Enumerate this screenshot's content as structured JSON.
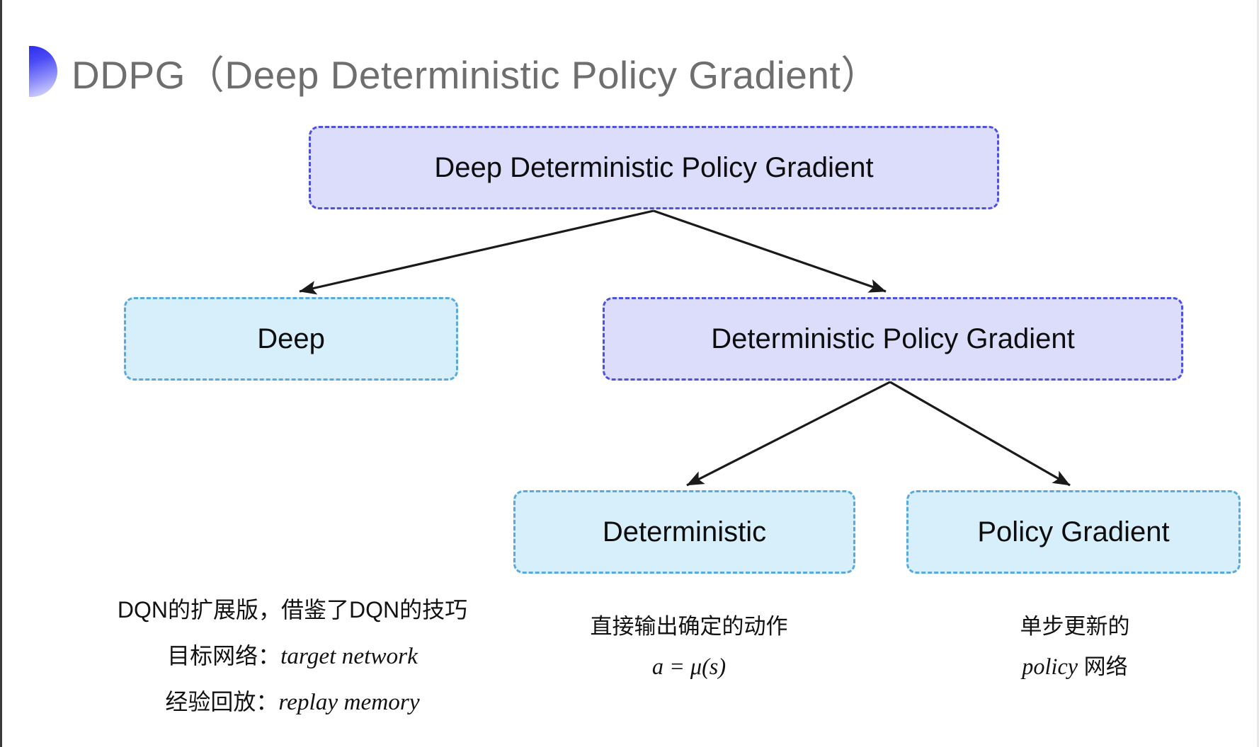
{
  "slide": {
    "title": "DDPG（Deep Deterministic Policy Gradient）",
    "bullet_icon": "gradient-半circle-bullet-icon",
    "background_color": "#ffffff"
  },
  "colors": {
    "purple_fill": "#dcdcfb",
    "purple_border": "#4f4fe0",
    "cyan_fill": "#d6effb",
    "cyan_border": "#5aa9dd",
    "arrow": "#1a1a1a",
    "title_text": "#6e6e6e",
    "body_text": "#121212"
  },
  "diagram": {
    "type": "tree",
    "nodes": [
      {
        "id": "root",
        "label": "Deep Deterministic Policy Gradient",
        "style": "purple",
        "level": 0
      },
      {
        "id": "deep",
        "label": "Deep",
        "style": "cyan",
        "level": 1
      },
      {
        "id": "dpg",
        "label": "Deterministic Policy Gradient",
        "style": "purple",
        "level": 1
      },
      {
        "id": "deterministic",
        "label": "Deterministic",
        "style": "cyan",
        "level": 2
      },
      {
        "id": "policy_gradient",
        "label": "Policy Gradient",
        "style": "cyan",
        "level": 2
      }
    ],
    "edges": [
      {
        "from": "root",
        "to": "deep"
      },
      {
        "from": "root",
        "to": "dpg"
      },
      {
        "from": "dpg",
        "to": "deterministic"
      },
      {
        "from": "dpg",
        "to": "policy_gradient"
      }
    ]
  },
  "annotations": {
    "deep": {
      "lines": [
        {
          "text": "DQN的扩展版，借鉴了DQN的技巧"
        },
        {
          "prefix": "目标网络：",
          "italic": "target network"
        },
        {
          "prefix": "经验回放：",
          "italic": "replay memory"
        }
      ],
      "line1": "DQN的扩展版，借鉴了DQN的技巧",
      "line2_prefix": "目标网络：",
      "line2_italic": "target network",
      "line3_prefix": "经验回放：",
      "line3_italic": "replay memory"
    },
    "deterministic": {
      "line1": "直接输出确定的动作",
      "formula": "a = μ(s)"
    },
    "policy_gradient": {
      "line1": "单步更新的",
      "line2_italic": "policy",
      "line2_suffix": " 网络"
    }
  }
}
